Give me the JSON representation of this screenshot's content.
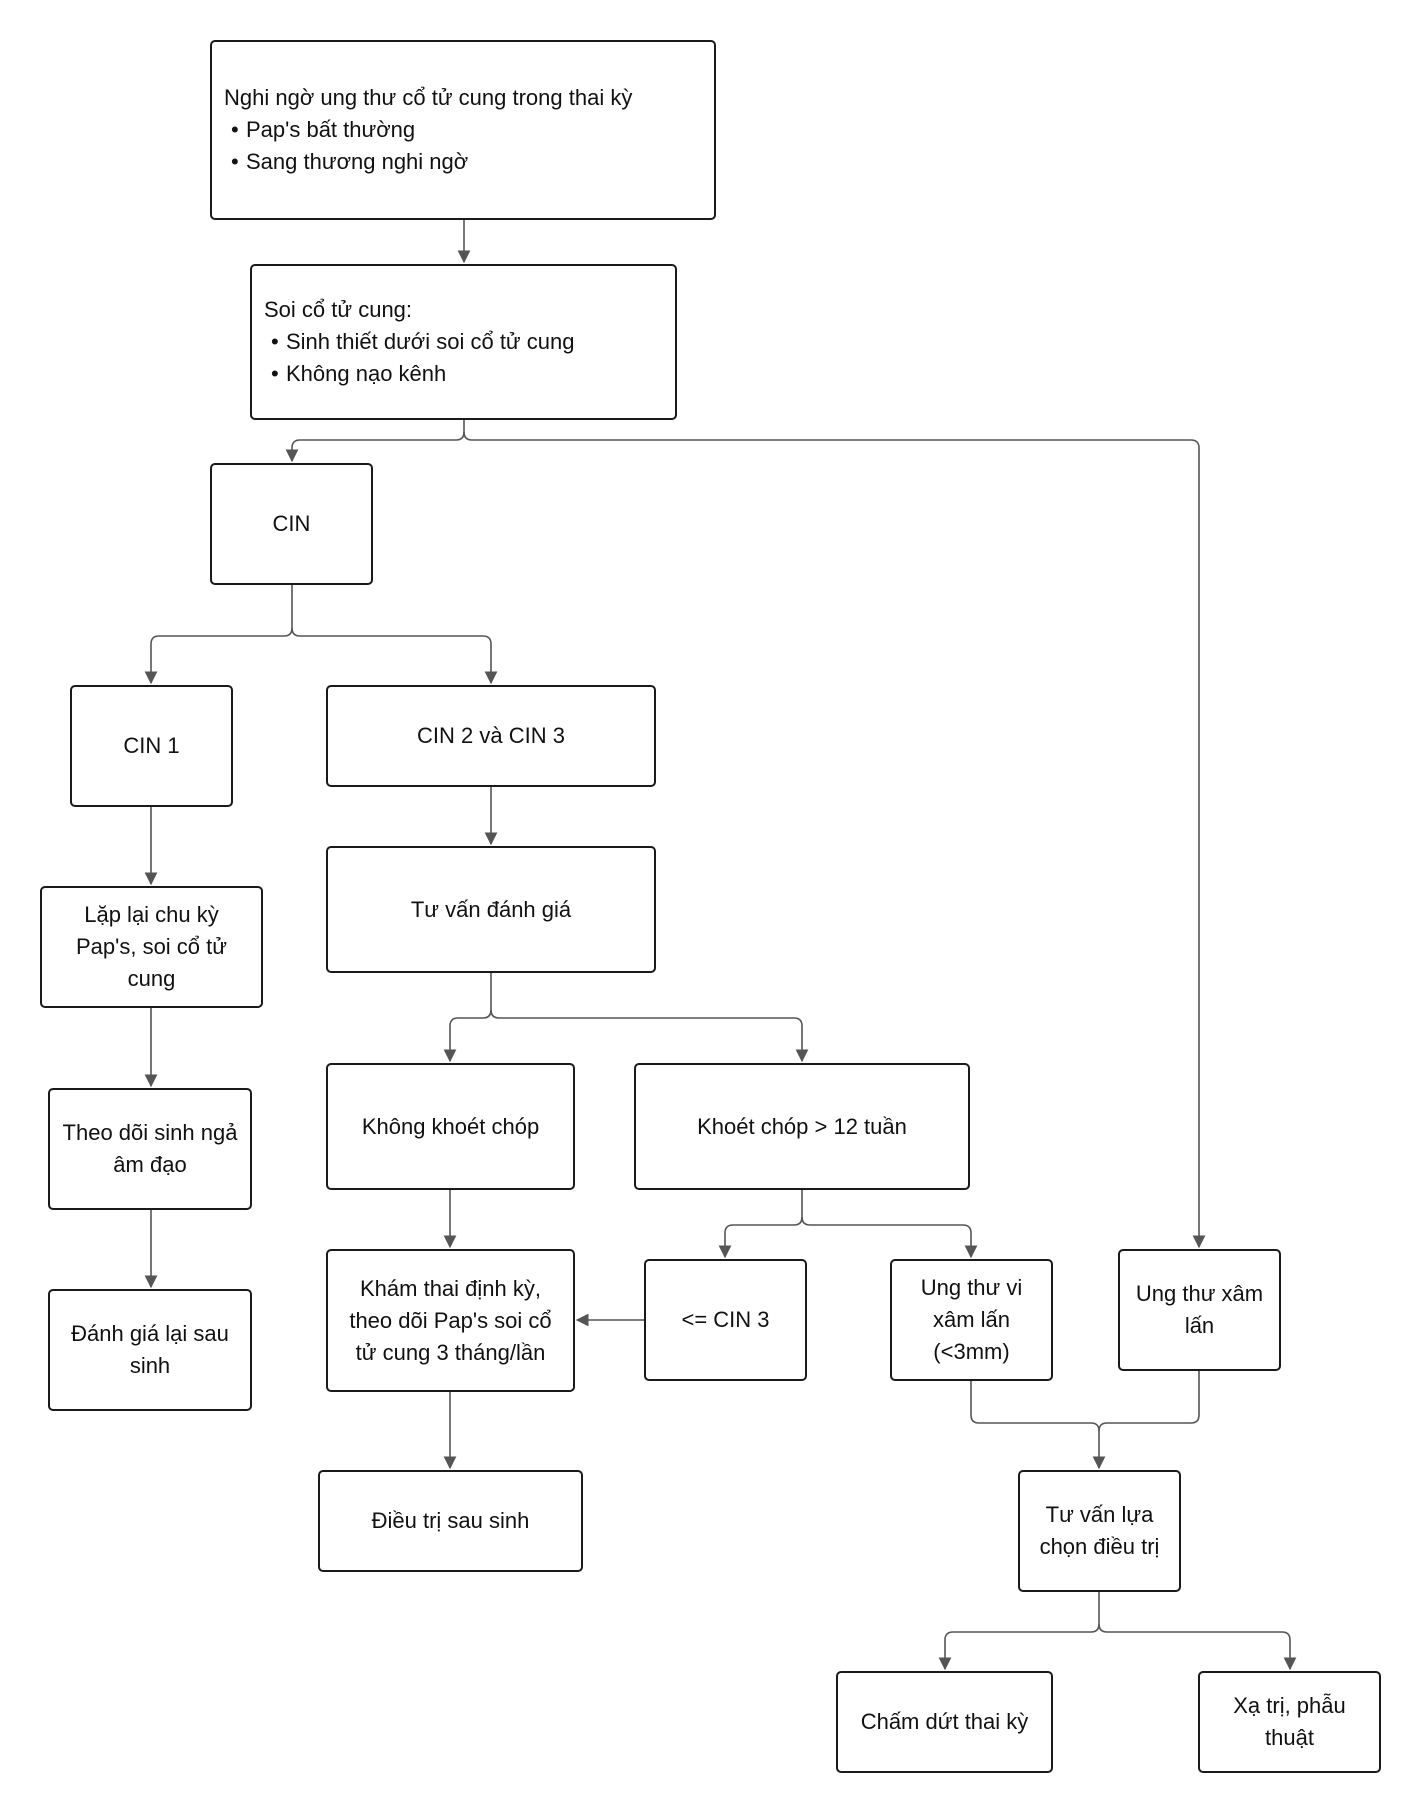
{
  "nodes": {
    "start": {
      "title": "Nghi ngờ ung thư cổ tử cung trong thai kỳ",
      "bullets": [
        "Pap's bất thường",
        "Sang thương nghi ngờ"
      ]
    },
    "soi": {
      "title": "Soi cổ tử cung:",
      "bullets": [
        "Sinh thiết dưới soi cổ tử cung",
        "Không nạo kênh"
      ]
    },
    "cin": "CIN",
    "cin1": "CIN 1",
    "cin23": "CIN 2 và CIN 3",
    "tuvan": "Tư vấn đánh giá",
    "lap": "Lặp lại chu kỳ Pap's, soi cổ tử cung",
    "theodoi": "Theo dõi sinh ngả âm đạo",
    "danhgia": "Đánh giá lại sau sinh",
    "khong": "Không khoét chóp",
    "khoet": "Khoét chóp > 12 tuần",
    "kham": "Khám thai định kỳ, theo dõi Pap's soi cổ tử cung 3 tháng/lần",
    "le": "<= CIN 3",
    "vi": "Ung thư vi xâm lấn (<3mm)",
    "xam": "Ung thư xâm lấn",
    "dieutri": "Điều trị sau sinh",
    "tuvan2": "Tư vấn lựa chọn điều trị",
    "cham": "Chấm dứt thai kỳ",
    "xa": "Xạ trị, phẫu thuật"
  },
  "colors": {
    "box_border": "#1a1a1a",
    "edge": "#555555",
    "text": "#111111",
    "background": "#ffffff"
  }
}
